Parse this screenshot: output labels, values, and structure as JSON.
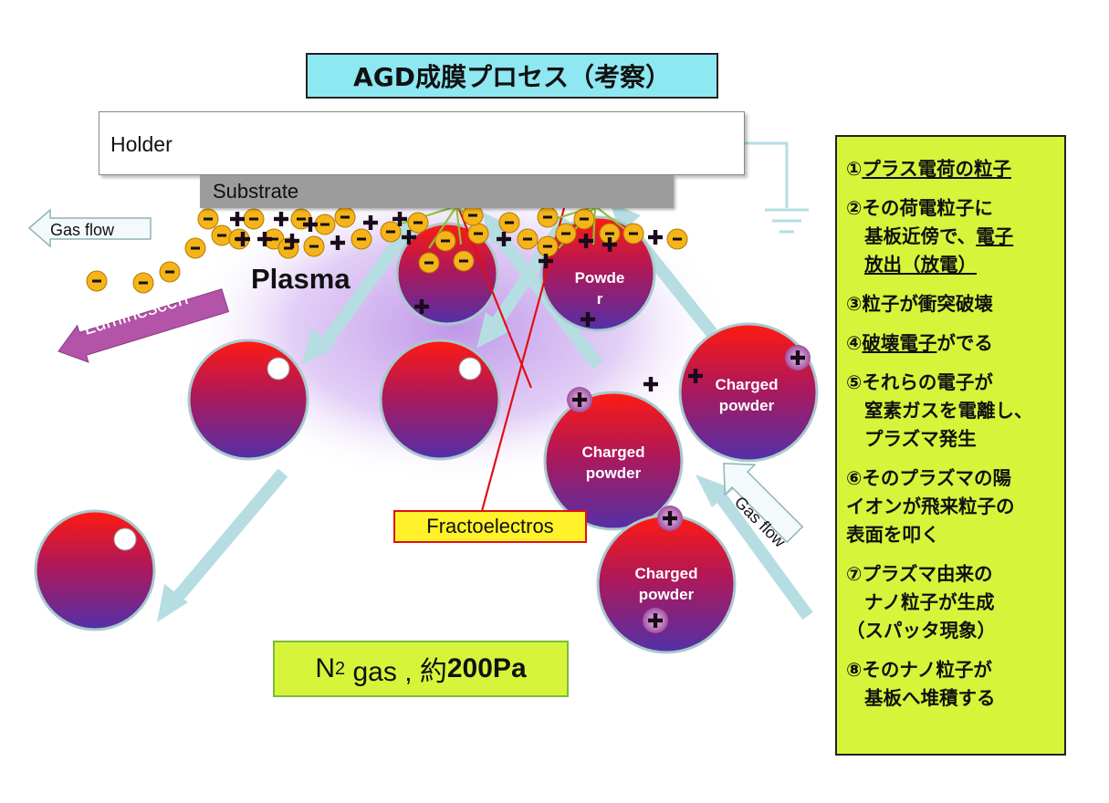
{
  "title": "AGD成膜プロセス（考察）",
  "holder_label": "Holder",
  "substrate_label": "Substrate",
  "plasma_label": "Plasma",
  "gas_flow_top": "Gas flow",
  "gas_flow_right": "Gas flow",
  "luminescence_label": "Luminescen",
  "fracto_label": "Fractoelectros",
  "powder_label_top": [
    "Powde",
    "r"
  ],
  "charged_powder": [
    "Charged",
    "powder"
  ],
  "n2_gas": {
    "prefix": "N",
    "sub": "2",
    "middle": " gas , 約",
    "bold": "200Pa"
  },
  "steps": [
    {
      "l1": "①",
      "l1u": "プラス電荷の粒子"
    },
    {
      "l1": "②その荷電粒子に",
      "l2": "基板近傍で、",
      "l2u": "電子",
      "l3u": "放出（放電）"
    },
    {
      "l1": "③粒子が衝突破壊"
    },
    {
      "l1": "④",
      "l1u": "破壊電子",
      "l1b": "がでる"
    },
    {
      "l1": "⑤それらの電子が",
      "l2": "窒素ガスを電離し、",
      "l3": "プラズマ発生"
    },
    {
      "l1": "⑥そのプラズマの陽",
      "l2raw": "イオンが飛来粒子の",
      "l3": "表面を叩く"
    },
    {
      "l1": "⑦プラズマ由来の",
      "l2": "ナノ粒子が生成",
      "l3": "（スパッタ現象）"
    },
    {
      "l1": "⑧そのナノ粒子が",
      "l2": "基板へ堆積する"
    }
  ],
  "colors": {
    "title_bg": "#8ee8f2",
    "legend_bg": "#d6f53a",
    "arrow": "#b5dde2",
    "electron": "#f5b419",
    "ion": "#2a0a2a",
    "plasma": "#b98ce6",
    "particle_top": "#e8101a",
    "particle_bottom": "#5c2aa0",
    "luminescence": "#b354a8",
    "fracto_line": "#e01010"
  }
}
